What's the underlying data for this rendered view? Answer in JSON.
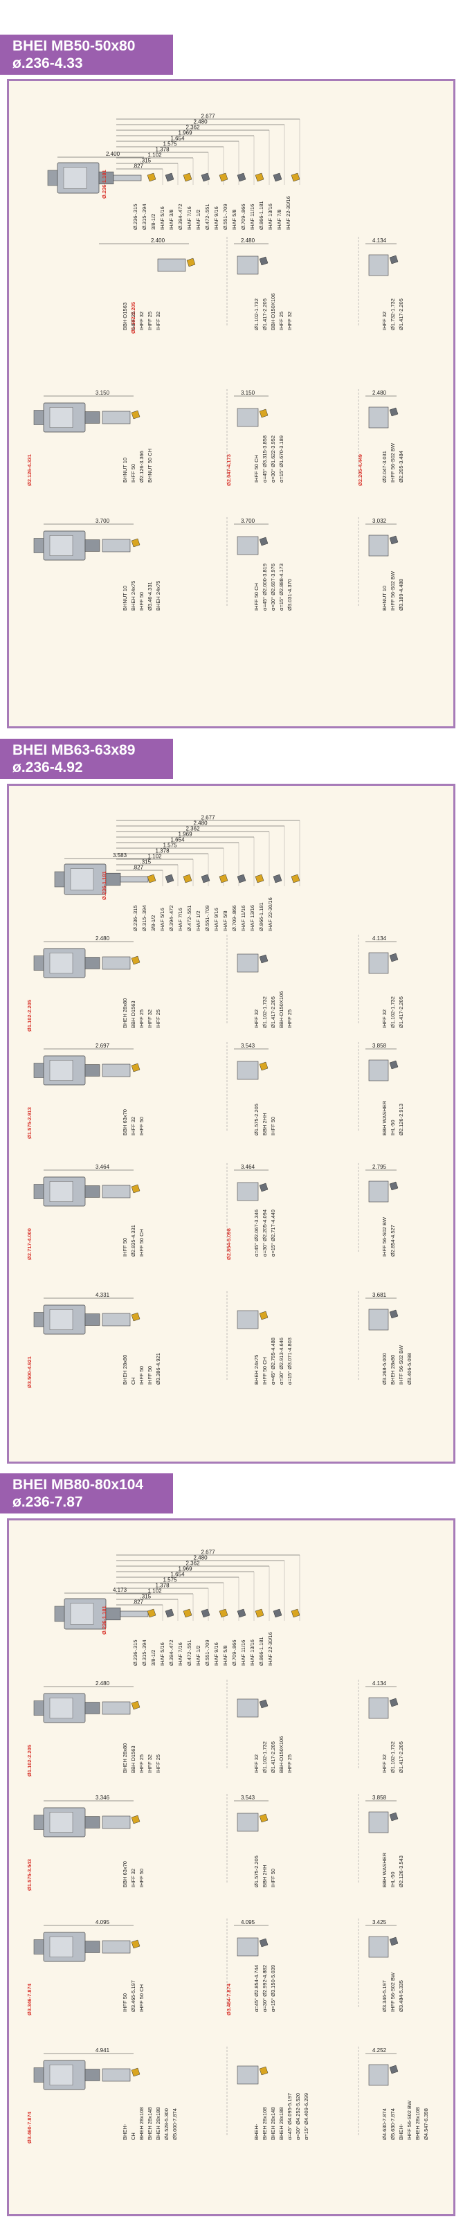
{
  "sections": [
    {
      "title": "BHEI MB50-50x80",
      "range": "ø.236-4.33",
      "top_dims": [
        "2.677",
        "2.480",
        "2.362",
        "1.969",
        "1.654",
        "1.575",
        "1.378",
        "1.102",
        ".315",
        ".827"
      ],
      "rows": [
        {
          "holder_dim": "2.400",
          "range_label": "Ø.236-1.181",
          "tools": [
            "Ø.236-.315",
            "Ø.315-.394",
            "3/8-1/2",
            "IHAF 5/16",
            "IHAF 3/8",
            "Ø.394-.472",
            "IHAF 7/16",
            "IHAF 1/2",
            "Ø.472-.551",
            "IHAF 9/16",
            "Ø.551-.709",
            "IHAF 5/8",
            "Ø.709-.866",
            "IHAF 11/16",
            "Ø.866-1.181",
            "IHAF 13/16",
            "IHAF 7/8",
            "IHAF 22-30/16"
          ]
        },
        {
          "holder_dim": "2.400",
          "holder_dim2": "2.480",
          "holder_dim3": "4.134",
          "range_label": "Ø1.102-2.205",
          "tools": [
            "BBH-D1563",
            "IHFF 25",
            "IHFF 32",
            "IHFF 25",
            "IHFF 32",
            "Ø1.102-1.732",
            "Ø1.417-2.205",
            "BBH-D150X106",
            "IHFF 25",
            "IHFF 32",
            "IHFF 32",
            "Ø1.732-1.732",
            "Ø1.417-2.205"
          ]
        },
        {
          "holder_dim": "3.150",
          "holder_dim2": "3.150",
          "holder_dim3": "2.480",
          "range_label": "Ø2.126-4.331",
          "range_label2": "Ø2.047-4.173",
          "range_label3": "Ø2.205-4.449",
          "tools": [
            "BHNUT 10",
            "IHFF 50",
            "Ø2.126-3.366",
            "BHNUT 50 CH",
            "IHFF 50 CH",
            "α=45° Ø3.315-3.858",
            "α=30° Ø1.622-3.952",
            "α=15° Ø1.670-3.189",
            "Ø2.047-3.031",
            "IHFF 56-S02 BW",
            "Ø2.205-3.484"
          ]
        },
        {
          "holder_dim": "3.700",
          "holder_dim2": "3.700",
          "holder_dim3": "3.032",
          "tools": [
            "BHNUT 10",
            "BHEH 24x75",
            "IHFF 50",
            "Ø3.46-4.331",
            "BHEH 24x75",
            "IHFF 50 CH",
            "α=45° Ø2.000-3.819",
            "α=30° Ø2.697-3.976",
            "α=15° Ø2.888-4.173",
            "Ø3.031-4.370",
            "BHNUT 10",
            "IHFF 56-S02 BW",
            "Ø3.189-4.488"
          ]
        }
      ]
    },
    {
      "title": "BHEI MB63-63x89",
      "range": "ø.236-4.92",
      "top_dims": [
        "2.677",
        "2.480",
        "2.362",
        "1.969",
        "1.654",
        "1.575",
        "1.378",
        "1.102",
        ".315",
        ".827"
      ],
      "rows": [
        {
          "holder_dim": "3.583",
          "range_label": "Ø.236-1.181",
          "tools": [
            "Ø.236-.315",
            "Ø.315-.394",
            "3/8-1/2",
            "IHAF 5/16",
            "Ø.394-.472",
            "IHAF 7/16",
            "Ø.472-.551",
            "IHAF 1/2",
            "Ø.551-.709",
            "IHAF 9/16",
            "IHAF 5/8",
            "Ø.709-.866",
            "IHAF 11/16",
            "IHAF 13/16",
            "Ø.866-1.181",
            "IHAF 22-30/16"
          ]
        },
        {
          "holder_dim": "2.480",
          "holder_dim3": "4.134",
          "range_label": "Ø1.102-2.205",
          "tools": [
            "BHEH 28x80",
            "BBH D1563",
            "IHFF 25",
            "IHFF 32",
            "IHFF 25",
            "IHFF 32",
            "Ø1.102-1.732",
            "Ø1.417-2.205",
            "BBH-D150X106",
            "IHFF 25",
            "IHFF 32",
            "Ø1.102-1.732",
            "Ø1.417-2.205"
          ]
        },
        {
          "holder_dim": "2.697",
          "holder_dim2": "3.543",
          "holder_dim3": "3.858",
          "range_label": "Ø1.575-2.913",
          "tools": [
            "BBH 63x70",
            "IHFF 32",
            "IHFF 50",
            "Ø1.575-2.205",
            "BBH 2HH",
            "IHFF 50",
            "BBH WASHER",
            "IHL-50",
            "Ø2.126-2.913"
          ]
        },
        {
          "holder_dim": "3.464",
          "holder_dim2": "3.464",
          "holder_dim3": "2.795",
          "range_label": "Ø2.717-4.000",
          "range_label2": "Ø2.854-5.098",
          "tools": [
            "IHFF 50",
            "Ø2.835-4.331",
            "IHFF 50 CH",
            "α=45° Ø2.067-3.346",
            "α=30° Ø2.205-4.094",
            "α=15° Ø2.717-4.449",
            "IHFF 56-S02 BW",
            "Ø2.854-4.527"
          ]
        },
        {
          "holder_dim": "4.331",
          "holder_dim3": "3.681",
          "range_label": "Ø3.500-4.921",
          "tools": [
            "BHEH 28x80",
            "CH",
            "IHFF 50",
            "IHFF 50",
            "Ø3.386-4.921",
            "BHEH 24x75",
            "IHFF 50 CH",
            "α=45° Ø2.795-4.488",
            "α=30° Ø2.913-4.646",
            "α=15° Ø3.071-4.803",
            "Ø3.268-5.000",
            "BHEH 28x80",
            "IHFF 56-S02 BW",
            "Ø3.406-5.098"
          ]
        }
      ]
    },
    {
      "title": "BHEI MB80-80x104",
      "range": "ø.236-7.87",
      "top_dims": [
        "2.677",
        "2.480",
        "2.362",
        "1.969",
        "1.654",
        "1.575",
        "1.378",
        "1.102",
        ".315",
        ".827"
      ],
      "rows": [
        {
          "holder_dim": "4.173",
          "range_label": "Ø.236-1.181",
          "tools": [
            "Ø.236-.315",
            "Ø.315-.394",
            "3/8-1/2",
            "IHAF 5/16",
            "Ø.394-.472",
            "IHAF 7/16",
            "Ø.472-.551",
            "IHAF 1/2",
            "Ø.551-.709",
            "IHAF 9/16",
            "IHAF 5/8",
            "Ø.709-.866",
            "IHAF 11/16",
            "IHAF 13/16",
            "Ø.866-1.181",
            "IHAF 22-30/16"
          ]
        },
        {
          "holder_dim": "2.480",
          "holder_dim3": "4.134",
          "range_label": "Ø1.102-2.205",
          "tools": [
            "BHEH 28x80",
            "BBH D1563",
            "IHFF 25",
            "IHFF 32",
            "IHFF 25",
            "IHFF 32",
            "Ø1.102-1.732",
            "Ø1.417-2.205",
            "BBH-D150X106",
            "IHFF 25",
            "IHFF 32",
            "Ø1.102-1.732",
            "Ø1.417-2.205"
          ]
        },
        {
          "holder_dim": "3.346",
          "holder_dim2": "3.543",
          "holder_dim3": "3.858",
          "range_label": "Ø1.575-3.543",
          "tools": [
            "BBH 63x70",
            "IHFF 32",
            "IHFF 50",
            "Ø1.575-2.205",
            "BBH 2HH",
            "IHFF 50",
            "BBH WASHER",
            "IHL-50",
            "Ø2.126-3.543"
          ]
        },
        {
          "holder_dim": "4.095",
          "holder_dim2": "4.095",
          "holder_dim3": "3.425",
          "range_label": "Ø3.346-7.874",
          "range_label2": "Ø3.484-7.874",
          "tools": [
            "IHFF 50",
            "Ø3.465-5.197",
            "IHFF 50 CH",
            "α=45° Ø2.854-4.744",
            "α=30° Ø2.992-4.882",
            "α=15° Ø3.150-5.039",
            "Ø3.346-5.197",
            "IHFF 56-S02 BW",
            "Ø3.484-5.335"
          ]
        },
        {
          "holder_dim": "4.941",
          "holder_dim3": "4.252",
          "range_label": "Ø3.460-7.874",
          "tools": [
            "BHEH-",
            "CH",
            "BHEH 28x108",
            "BHEH 28x148",
            "BHEH 28x188",
            "Ø4.528-5.300",
            "Ø5.000-7.874",
            "BHEH-",
            "BHEH 28x108",
            "BHEH 28x148",
            "BHEH 28x188",
            "α=45° Ø4.095-5.197",
            "α=30° Ø4.252-5.520",
            "α=15° Ø4.409-6.299",
            "Ø4.630-7.874",
            "Ø5.630-7.874",
            "BHEH-",
            "IHFF 56-S02 BW",
            "BHEH 28x108",
            "Ø4.547-6.398"
          ]
        }
      ]
    }
  ]
}
